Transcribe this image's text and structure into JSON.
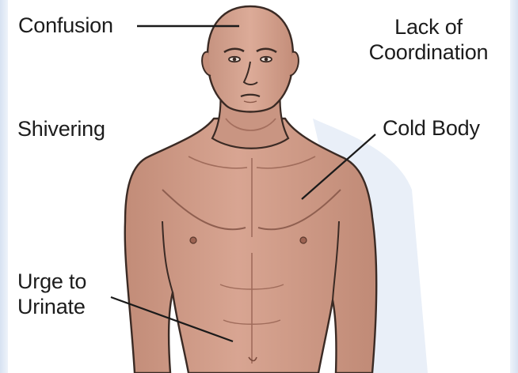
{
  "labels": {
    "confusion": "Confusion",
    "lack_of_coordination": "Lack of\nCoordination",
    "shivering": "Shivering",
    "cold_body": "Cold Body",
    "urge_to_urinate": "Urge to\nUrinate"
  },
  "colors": {
    "skin": "#cf9a86",
    "skin_shadow": "#b37a69",
    "outline": "#3a2a24",
    "leader_line": "#1a1a1a",
    "label_text": "#1c1c1c",
    "background_edge": "#d7e2f2"
  }
}
